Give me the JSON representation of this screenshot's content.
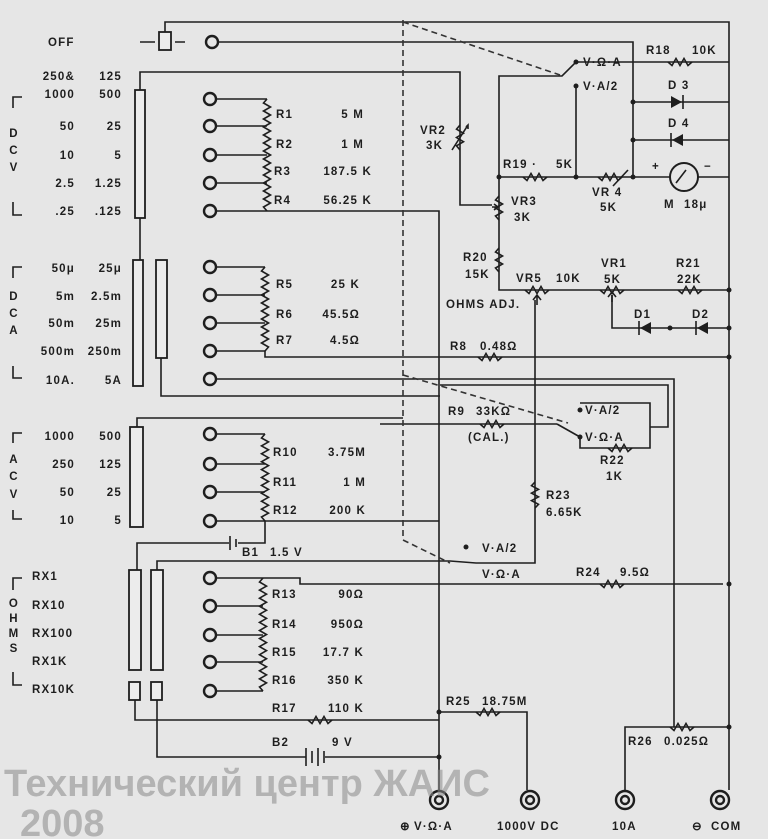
{
  "off_label": "OFF",
  "dcv": {
    "letters": [
      "D",
      "C",
      "V"
    ],
    "ranges": [
      {
        "a": "250&",
        "b": "125"
      },
      {
        "a": "1000",
        "b": "500"
      },
      {
        "a": "50",
        "b": "25"
      },
      {
        "a": "10",
        "b": "5"
      },
      {
        "a": "2.5",
        "b": "1.25"
      },
      {
        "a": ".25",
        "b": ".125"
      }
    ]
  },
  "dca": {
    "letters": [
      "D",
      "C",
      "A"
    ],
    "ranges": [
      {
        "a": "50μ",
        "b": "25μ"
      },
      {
        "a": "5m",
        "b": "2.5m"
      },
      {
        "a": "50m",
        "b": "25m"
      },
      {
        "a": "500m",
        "b": "250m"
      },
      {
        "a": "10A.",
        "b": "5A"
      }
    ]
  },
  "acv": {
    "letters": [
      "A",
      "C",
      "V"
    ],
    "ranges": [
      {
        "a": "1000",
        "b": "500"
      },
      {
        "a": "250",
        "b": "125"
      },
      {
        "a": "50",
        "b": "25"
      },
      {
        "a": "10",
        "b": "5"
      }
    ]
  },
  "ohms": {
    "letters": [
      "O",
      "H",
      "M",
      "S"
    ],
    "ranges": [
      "RX1",
      "RX10",
      "RX100",
      "RX1K",
      "RX10K"
    ]
  },
  "components": {
    "R1": {
      "ref": "R1",
      "value": "5 M"
    },
    "R2": {
      "ref": "R2",
      "value": "1 M"
    },
    "R3": {
      "ref": "R3",
      "value": "187.5 K"
    },
    "R4": {
      "ref": "R4",
      "value": "56.25 K"
    },
    "R5": {
      "ref": "R5",
      "value": "25 K"
    },
    "R6": {
      "ref": "R6",
      "value": "45.5Ω"
    },
    "R7": {
      "ref": "R7",
      "value": "4.5Ω"
    },
    "R8": {
      "ref": "R8",
      "value": "0.48Ω"
    },
    "R9": {
      "ref": "R9",
      "value": "33KΩ",
      "note": "(CAL.)"
    },
    "R10": {
      "ref": "R10",
      "value": "3.75M"
    },
    "R11": {
      "ref": "R11",
      "value": "1 M"
    },
    "R12": {
      "ref": "R12",
      "value": "200 K"
    },
    "R13": {
      "ref": "R13",
      "value": "90Ω"
    },
    "R14": {
      "ref": "R14",
      "value": "950Ω"
    },
    "R15": {
      "ref": "R15",
      "value": "17.7 K"
    },
    "R16": {
      "ref": "R16",
      "value": "350 K"
    },
    "R17": {
      "ref": "R17",
      "value": "110 K"
    },
    "R18": {
      "ref": "R18",
      "value": "10K"
    },
    "R19": {
      "ref": "R19 ·",
      "value": "5K"
    },
    "R20": {
      "ref": "R20",
      "value": "15K"
    },
    "R21": {
      "ref": "R21",
      "value": "22K"
    },
    "R22": {
      "ref": "R22",
      "value": "1K"
    },
    "R23": {
      "ref": "R23",
      "value": "6.65K"
    },
    "R24": {
      "ref": "R24",
      "value": "9.5Ω"
    },
    "R25": {
      "ref": "R25",
      "value": "18.75M"
    },
    "R26": {
      "ref": "R26",
      "value": "0.025Ω"
    },
    "VR1": {
      "ref": "VR1",
      "value": "5K"
    },
    "VR2": {
      "ref": "VR2",
      "value": "3K"
    },
    "VR3": {
      "ref": "VR3",
      "value": "3K"
    },
    "VR4": {
      "ref": "VR 4",
      "value": "5K"
    },
    "VR5": {
      "ref": "VR5",
      "value": "10K",
      "note": "OHMS ADJ."
    },
    "D1": {
      "ref": "D1"
    },
    "D2": {
      "ref": "D2"
    },
    "D3": {
      "ref": "D 3"
    },
    "D4": {
      "ref": "D 4"
    },
    "B1": {
      "ref": "B1",
      "value": "1.5 V"
    },
    "B2": {
      "ref": "B2",
      "value": "9 V"
    },
    "M": {
      "ref": "M",
      "value": "18μ",
      "plus": "+",
      "minus": "−"
    }
  },
  "switch_labels": {
    "vwa": "V·Ω·A",
    "va2": "V·A/2"
  },
  "terminals": [
    {
      "symbol": "⊕",
      "label": "V·Ω·A"
    },
    {
      "symbol": "",
      "label": "1000V DC"
    },
    {
      "symbol": "",
      "label": "10A"
    },
    {
      "symbol": "⊖",
      "label": "COM"
    }
  ],
  "watermark": {
    "line1": "Технический центр ЖАИС",
    "line2": "2008"
  }
}
